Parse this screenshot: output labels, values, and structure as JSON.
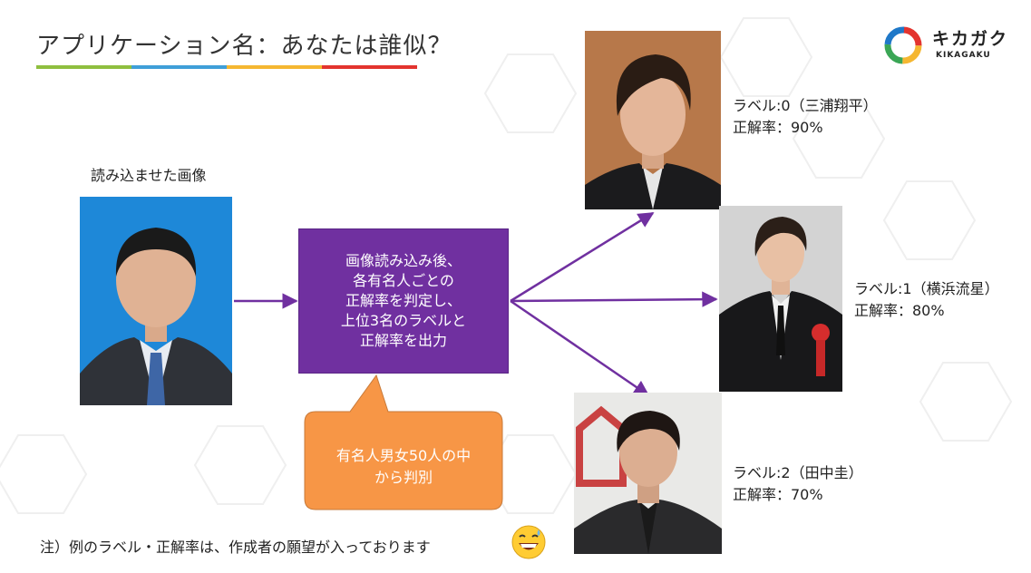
{
  "slide": {
    "title": "アプリケーション名：あなたは誰似？",
    "title_bar_colors": [
      "#8fbf3f",
      "#3f9fd8",
      "#f5b731",
      "#e3342f"
    ]
  },
  "logo": {
    "name": "キカガク",
    "sub": "KIKAGAKU",
    "colors": [
      "#e3342f",
      "#f5b731",
      "#3aa655",
      "#1f78c8"
    ]
  },
  "input": {
    "caption": "読み込ませた画像"
  },
  "process": {
    "lines": [
      "画像読み込み後、",
      "各有名人ごとの",
      "正解率を判定し、",
      "上位3名のラベルと",
      "正解率を出力"
    ],
    "color": "#7030a0"
  },
  "callout": {
    "lines": [
      "有名人男女50人の中",
      "から判別"
    ],
    "color": "#f79646"
  },
  "results": [
    {
      "label": "ラベル:0（三浦翔平）",
      "accuracy": "正解率：90%"
    },
    {
      "label": "ラベル:1（横浜流星）",
      "accuracy": "正解率：80%"
    },
    {
      "label": "ラベル:2（田中圭）",
      "accuracy": "正解率：70%"
    }
  ],
  "footnote": "注）例のラベル・正解率は、作成者の願望が入っております",
  "arrow_color": "#7030a0"
}
